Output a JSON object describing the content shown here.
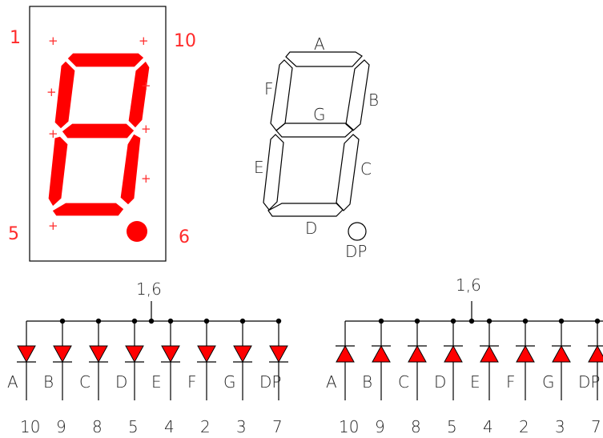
{
  "colors": {
    "segment_fill": "#ff0000",
    "led_fill": "#ff0000",
    "pin_label": "#ff2a2a",
    "line": "#000000"
  },
  "display": {
    "pin_top_left": "1",
    "pin_top_right": "10",
    "pin_bottom_left": "5",
    "pin_bottom_right": "6",
    "plus_marks": [
      "+",
      "+",
      "+",
      "+",
      "+",
      "+",
      "+",
      "+"
    ]
  },
  "outline": {
    "segments": [
      "A",
      "B",
      "C",
      "D",
      "E",
      "F",
      "G"
    ],
    "dp_label": "DP"
  },
  "schematic_cathode": {
    "common_label": "1,6",
    "leds": [
      {
        "seg": "A",
        "pin": "10"
      },
      {
        "seg": "B",
        "pin": "9"
      },
      {
        "seg": "C",
        "pin": "8"
      },
      {
        "seg": "D",
        "pin": "5"
      },
      {
        "seg": "E",
        "pin": "4"
      },
      {
        "seg": "F",
        "pin": "2"
      },
      {
        "seg": "G",
        "pin": "3"
      },
      {
        "seg": "DP",
        "pin": "7"
      }
    ]
  },
  "schematic_anode": {
    "common_label": "1,6",
    "leds": [
      {
        "seg": "A",
        "pin": "10"
      },
      {
        "seg": "B",
        "pin": "9"
      },
      {
        "seg": "C",
        "pin": "8"
      },
      {
        "seg": "D",
        "pin": "5"
      },
      {
        "seg": "E",
        "pin": "4"
      },
      {
        "seg": "F",
        "pin": "2"
      },
      {
        "seg": "G",
        "pin": "3"
      },
      {
        "seg": "DP",
        "pin": "7"
      }
    ]
  }
}
